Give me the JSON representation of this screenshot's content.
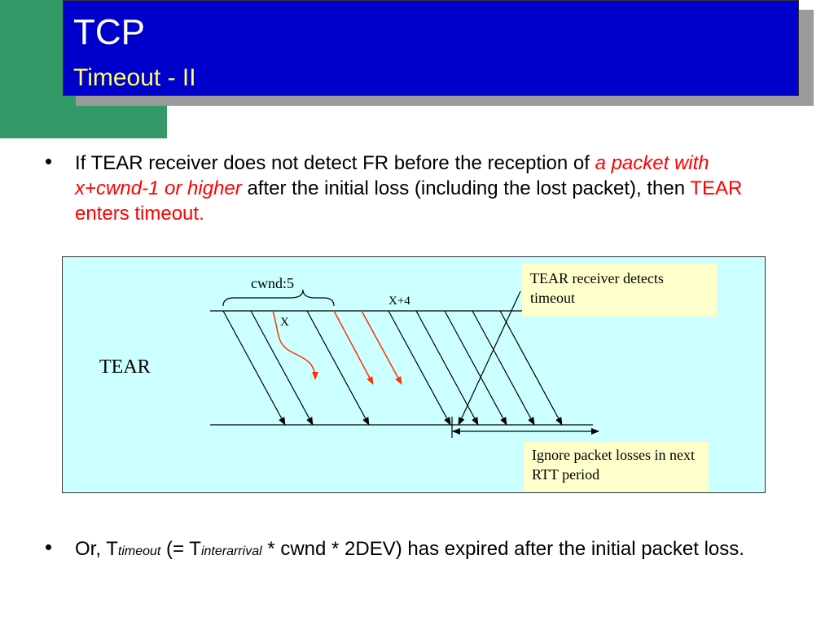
{
  "slide": {
    "title": "TCP",
    "subtitle": "Timeout - II"
  },
  "bullet1": {
    "text_a": "If TEAR receiver does not detect FR before the reception of ",
    "emph_a": "a packet with x+cwnd-1 or higher",
    "text_b": " after the initial loss (including the lost packet), then ",
    "emph_b": "TEAR enters timeout."
  },
  "bullet2": {
    "text_a": "Or, T",
    "sub_a": "timeout",
    "text_b": " (= T",
    "sub_b": "interarrival",
    "text_c": " * cwnd * 2DEV) has expired after the initial packet loss."
  },
  "diagram": {
    "sender_label": "TEAR",
    "cwnd_label": "cwnd:5",
    "x_label": "X",
    "x4_label": "X+4",
    "note_top": "TEAR receiver  detects timeout",
    "note_bottom": "Ignore packet losses in next RTT period"
  },
  "colors": {
    "title_bg": "#0000cc",
    "title_text": "#ffffff",
    "subtitle_text": "#ffff66",
    "accent_block": "#339966",
    "diagram_bg": "#ccffff",
    "note_bg": "#ffffcc",
    "emphasis": "#ff0000",
    "lost_packet_arrow": "#ff3300"
  }
}
